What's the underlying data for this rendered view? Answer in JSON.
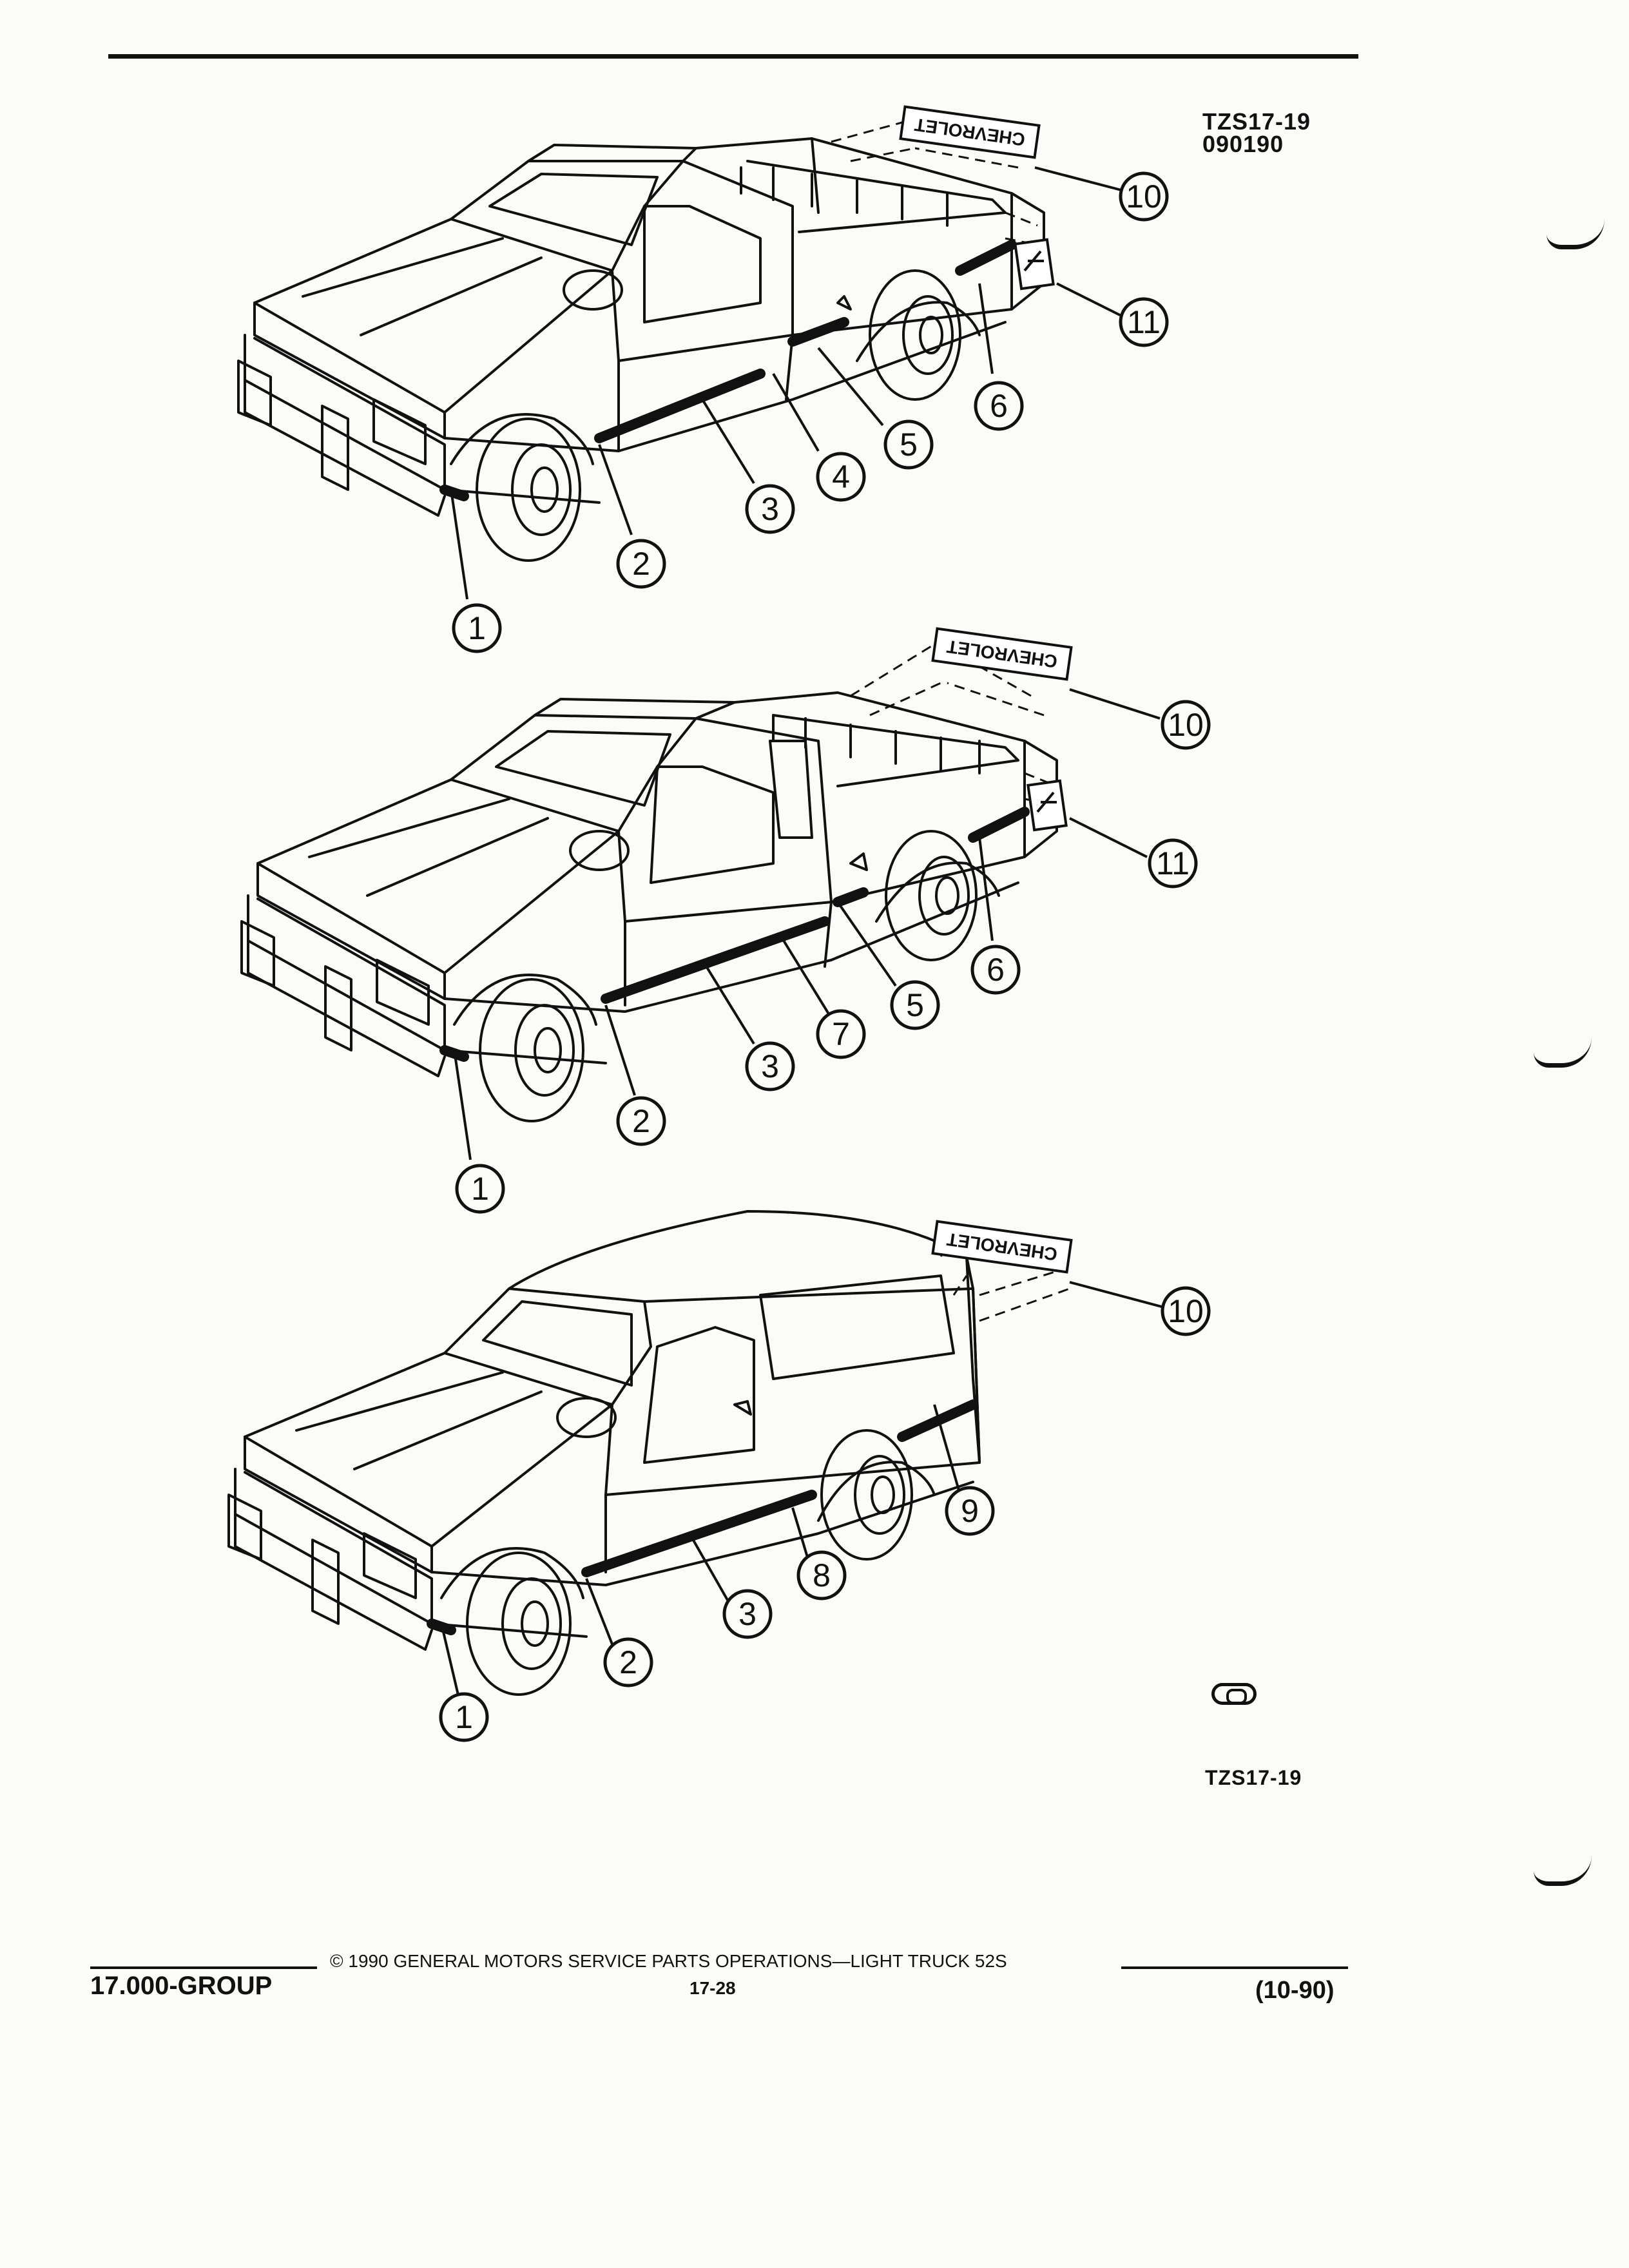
{
  "header": {
    "code_top": "TZS17-19",
    "date_code": "090190"
  },
  "callouts": {
    "n1": "1",
    "n2": "2",
    "n3": "3",
    "n4": "4",
    "n5": "5",
    "n6": "6",
    "n7": "7",
    "n8": "8",
    "n9": "9",
    "n10": "10",
    "n11": "11"
  },
  "decals": {
    "tailgate_text": "CHEVROLET"
  },
  "logo": {
    "icon": "gm-logo-icon"
  },
  "figure_code_bottom": "TZS17-19",
  "footer": {
    "copyright": "© 1990 GENERAL MOTORS SERVICE PARTS OPERATIONS—LIGHT TRUCK 52S",
    "group": "17.000-GROUP",
    "page": "17-28",
    "revision": "(10-90)"
  }
}
